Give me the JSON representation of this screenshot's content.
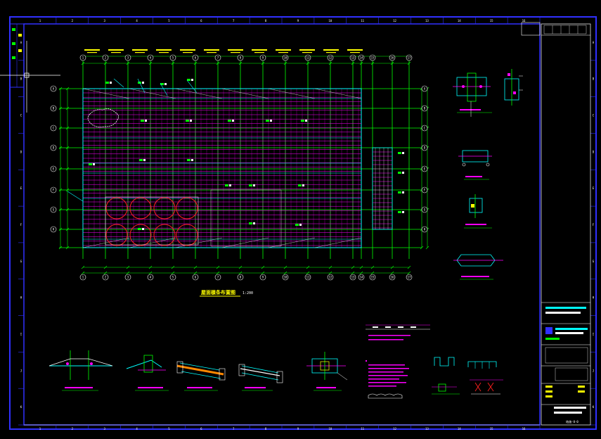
{
  "drawing": {
    "main_title": "屋面檩条布置图",
    "scale": "1:200",
    "sheet_number": "结施-0-0",
    "border_column_numbers": [
      "1",
      "2",
      "3",
      "4",
      "5",
      "6",
      "7",
      "8",
      "9",
      "10",
      "11",
      "12",
      "13",
      "14",
      "15",
      "16"
    ],
    "border_row_letters": [
      "A",
      "B",
      "C",
      "D",
      "E",
      "F",
      "G",
      "H",
      "I",
      "J",
      "K"
    ],
    "grid_columns": [
      "1",
      "2",
      "3",
      "4",
      "5",
      "6",
      "7",
      "8",
      "9",
      "10",
      "11",
      "12",
      "13",
      "14",
      "15",
      "16",
      "17"
    ],
    "grid_rows": [
      "A",
      "B",
      "C",
      "D",
      "E",
      "F",
      "G",
      "H"
    ]
  },
  "colors": {
    "background": "#000000",
    "border": "#3030ff",
    "grid": "#00ff00",
    "purlin": "#ff00ff",
    "cyan": "#00ffff",
    "yellow": "#ffff00",
    "white": "#ffffff",
    "red": "#ff2020"
  }
}
